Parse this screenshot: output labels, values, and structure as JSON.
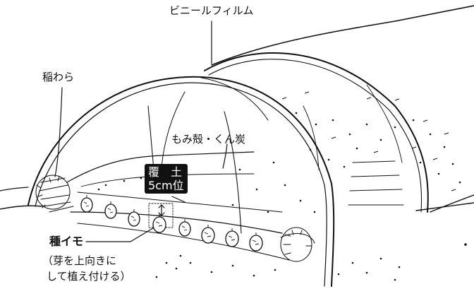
{
  "labels": {
    "vinyl_film": "ビニールフィルム",
    "rice_straw": "稲わら",
    "rice_husk": "もみ殻・くん炭",
    "cover_soil_line1": "覆　土",
    "cover_soil_line2": "5cm位",
    "seed_potato": "種イモ",
    "note_line1": "（芽を上向きに",
    "note_line2": "して植え付ける）"
  },
  "colors": {
    "ink": "#111111",
    "paper": "#ffffff",
    "box": "#111111"
  }
}
